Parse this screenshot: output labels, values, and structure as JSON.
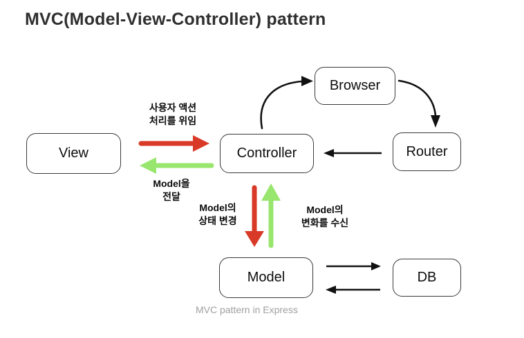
{
  "title": "MVC(Model-View-Controller) pattern",
  "caption": "MVC pattern in Express",
  "nodes": {
    "view": {
      "label": "View"
    },
    "controller": {
      "label": "Controller"
    },
    "browser": {
      "label": "Browser"
    },
    "router": {
      "label": "Router"
    },
    "model": {
      "label": "Model"
    },
    "db": {
      "label": "DB"
    }
  },
  "edge_labels": {
    "delegate": "사용자 액션\n처리를 위임",
    "deliver_model": "Model을\n전달",
    "change_state": "Model의\n상태 변경",
    "receive_changes": "Model의\n변화를 수신"
  },
  "colors": {
    "red_arrow": "#d93a28",
    "green_arrow": "#98e66e",
    "black_arrow": "#111111"
  }
}
